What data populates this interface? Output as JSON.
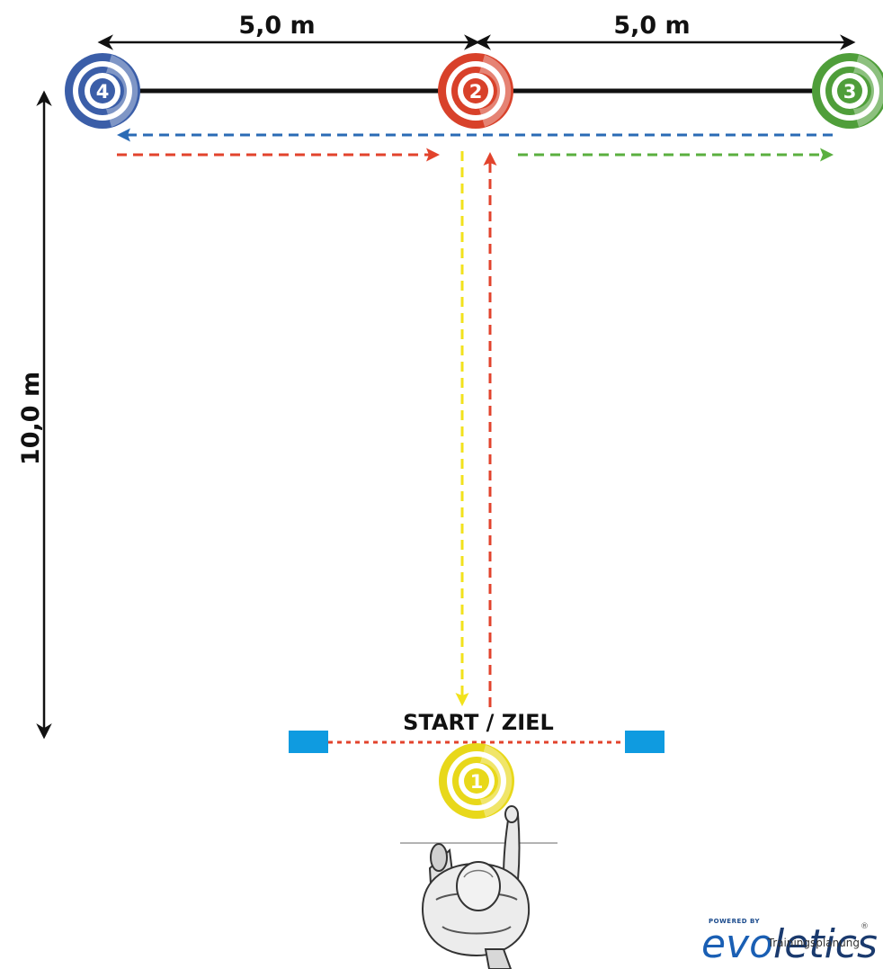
{
  "dimensions": {
    "top_left": "5,0 m",
    "top_right": "5,0 m",
    "vertical": "10,0 m"
  },
  "start_label": "START / ZIEL",
  "cones": [
    {
      "id": "1",
      "label": "1",
      "color": "#e8d81a"
    },
    {
      "id": "2",
      "label": "2",
      "color": "#d8412a"
    },
    {
      "id": "3",
      "label": "3",
      "color": "#4f9e3a"
    },
    {
      "id": "4",
      "label": "4",
      "color": "#3b5ea8"
    }
  ],
  "colors": {
    "yellow_path": "#f2e21c",
    "red_path": "#e2432c",
    "blue_path": "#2a6bb5",
    "green_path": "#5aaf3f",
    "marker_blue": "#0f9be0",
    "line_black": "#111111"
  },
  "logo": {
    "powered_by": "POWERED BY",
    "brand": "evoletics",
    "registered": "®",
    "tagline": "Trainingsplanung"
  }
}
